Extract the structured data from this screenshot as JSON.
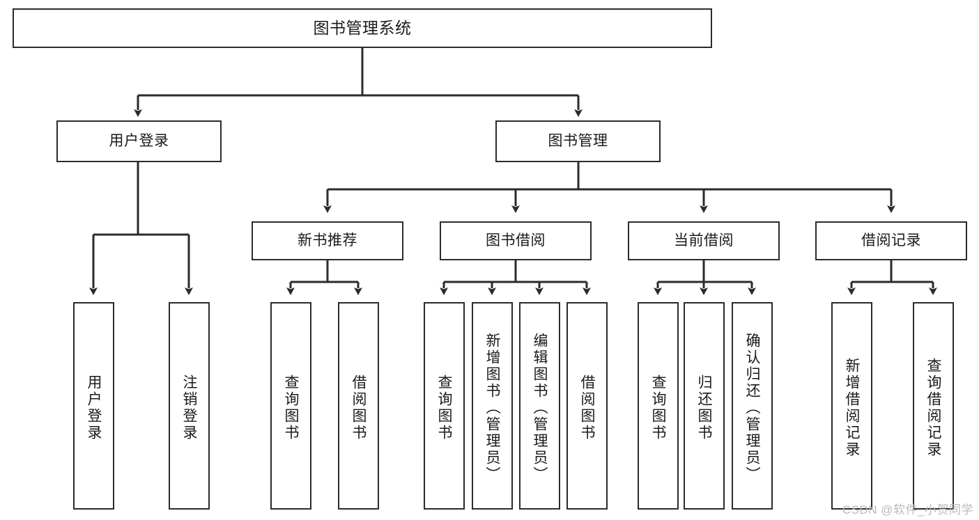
{
  "diagram": {
    "type": "tree-hierarchy",
    "title": "图书管理系统",
    "root": {
      "label": "图书管理系统"
    },
    "level2": [
      {
        "id": "user-login",
        "label": "用户登录"
      },
      {
        "id": "book-management",
        "label": "图书管理"
      }
    ],
    "level3": [
      {
        "id": "new-book-recommend",
        "label": "新书推荐",
        "parent": "book-management"
      },
      {
        "id": "book-borrow",
        "label": "图书借阅",
        "parent": "book-management"
      },
      {
        "id": "current-borrow",
        "label": "当前借阅",
        "parent": "book-management"
      },
      {
        "id": "borrow-record",
        "label": "借阅记录",
        "parent": "book-management"
      }
    ],
    "leaves": [
      {
        "id": "leaf-user-login",
        "label": "用户登录",
        "parent": "user-login"
      },
      {
        "id": "leaf-user-logout",
        "label": "注销登录",
        "parent": "user-login"
      },
      {
        "id": "leaf-query-book-1",
        "label": "查询图书",
        "parent": "new-book-recommend"
      },
      {
        "id": "leaf-borrow-book-1",
        "label": "借阅图书",
        "parent": "new-book-recommend"
      },
      {
        "id": "leaf-query-book-2",
        "label": "查询图书",
        "parent": "book-borrow"
      },
      {
        "id": "leaf-add-book",
        "label": "新增图书（管理员）",
        "parent": "book-borrow"
      },
      {
        "id": "leaf-edit-book",
        "label": "编辑图书（管理员）",
        "parent": "book-borrow"
      },
      {
        "id": "leaf-borrow-book-2",
        "label": "借阅图书",
        "parent": "book-borrow"
      },
      {
        "id": "leaf-query-book-3",
        "label": "查询图书",
        "parent": "current-borrow"
      },
      {
        "id": "leaf-return-book",
        "label": "归还图书",
        "parent": "current-borrow"
      },
      {
        "id": "leaf-confirm-return",
        "label": "确认归还（管理员）",
        "parent": "current-borrow"
      },
      {
        "id": "leaf-add-record",
        "label": "新增借阅记录",
        "parent": "borrow-record"
      },
      {
        "id": "leaf-query-record",
        "label": "查询借阅记录",
        "parent": "borrow-record"
      }
    ],
    "watermark": "CSDN @软件_小贺同学",
    "colors": {
      "stroke": "#2b2b2b",
      "fill": "#ffffff",
      "text": "#1a1a1a",
      "watermark": "#b9b9b9"
    }
  }
}
